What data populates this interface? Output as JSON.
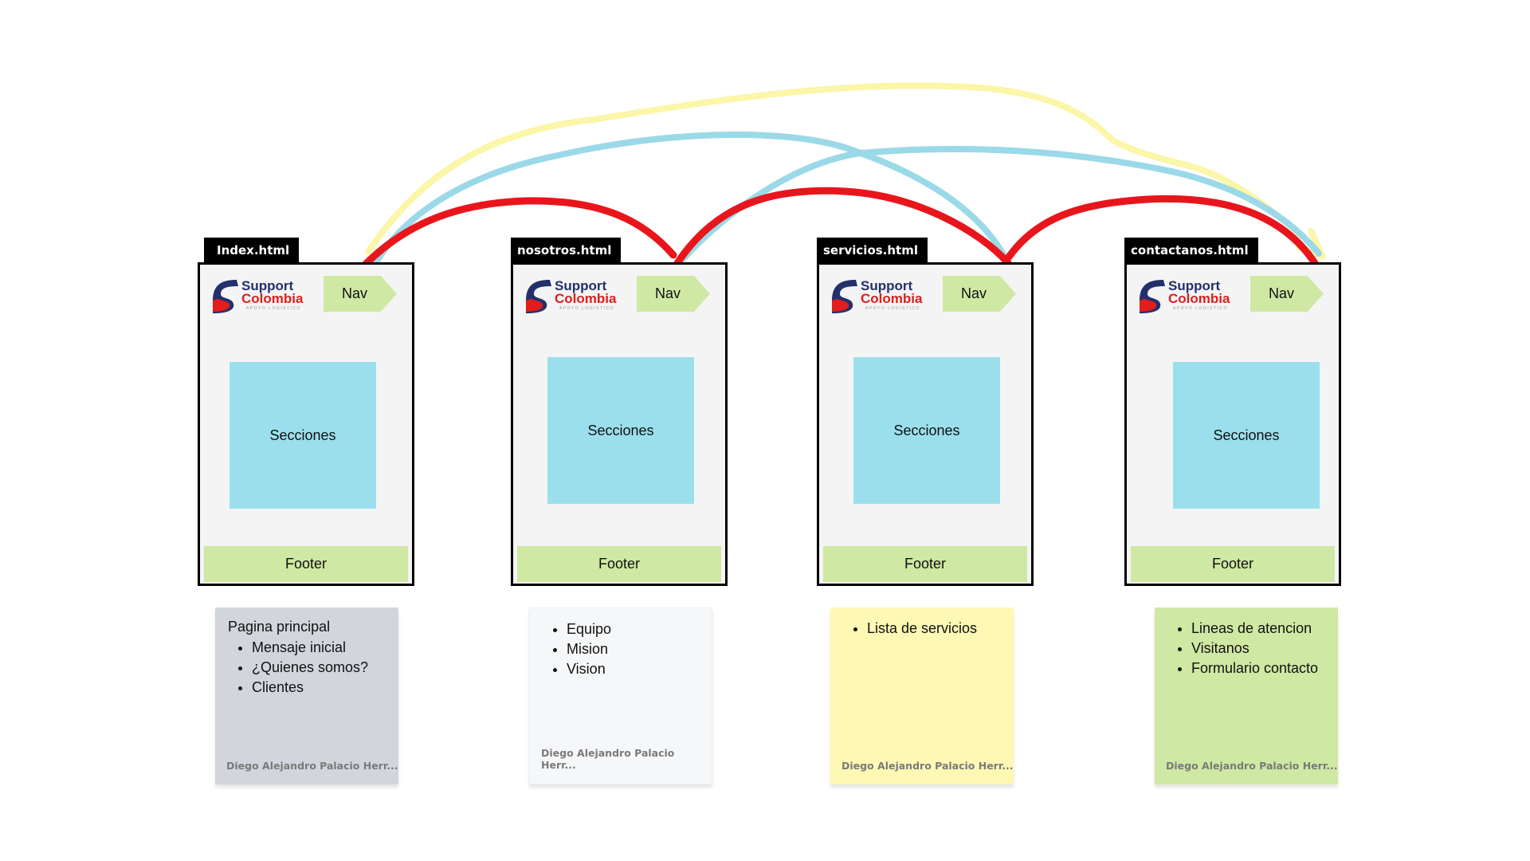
{
  "pages": [
    {
      "tab": "Index.html",
      "logo_top": "Support",
      "logo_bottom": "Colombia",
      "logo_tagline": "APOYO LOGISTICO",
      "nav": "Nav",
      "sections": "Secciones",
      "footer": "Footer"
    },
    {
      "tab": "nosotros.html",
      "logo_top": "Support",
      "logo_bottom": "Colombia",
      "logo_tagline": "APOYO LOGISTICO",
      "nav": "Nav",
      "sections": "Secciones",
      "footer": "Footer"
    },
    {
      "tab": "servicios.html",
      "logo_top": "Support",
      "logo_bottom": "Colombia",
      "logo_tagline": "APOYO LOGISTICO",
      "nav": "Nav",
      "sections": "Secciones",
      "footer": "Footer"
    },
    {
      "tab": "contactanos.html",
      "logo_top": "Support",
      "logo_bottom": "Colombia",
      "logo_tagline": "APOYO LOGISTICO",
      "nav": "Nav",
      "sections": "Secciones",
      "footer": "Footer"
    }
  ],
  "notes": [
    {
      "lead": "Pagina principal",
      "items": [
        "Mensaje inicial",
        "¿Quienes somos?",
        "Clientes"
      ],
      "author": "Diego Alejandro Palacio Herr...",
      "color": "#d2d5dc"
    },
    {
      "lead": "",
      "items": [
        "Equipo",
        "Mision",
        "Vision"
      ],
      "author": "Diego Alejandro Palacio Herr...",
      "color": "#f6f7f9"
    },
    {
      "lead": "",
      "items": [
        "Lista de servicios"
      ],
      "author": "Diego Alejandro Palacio Herr...",
      "color": "#fdf8b4"
    },
    {
      "lead": "",
      "items": [
        "Lineas de atencion",
        "Visitanos",
        "Formulario contacto"
      ],
      "author": "Diego Alejandro Palacio Herr...",
      "color": "#cfe8a3"
    }
  ],
  "connectors": [
    {
      "color": "#e8161c"
    },
    {
      "color": "#9bd9e8"
    },
    {
      "color": "#fbf6a8"
    }
  ],
  "colors": {
    "sections": "#9bdfec",
    "nav_footer": "#cfe8a3",
    "logo_blue": "#24306b",
    "logo_red": "#e11d1d"
  }
}
